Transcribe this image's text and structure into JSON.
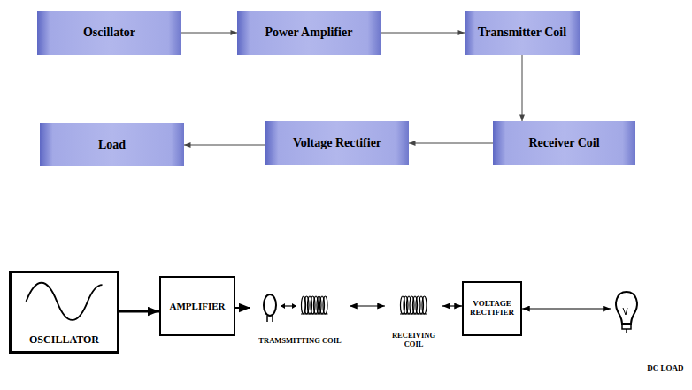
{
  "diagram": {
    "nodes": [
      {
        "text": [
          "Oscillator"
        ]
      },
      {
        "text": [
          "Power Amplifier"
        ]
      },
      {
        "text": [
          "Transmitter Coil"
        ]
      },
      {
        "text": [
          "Receiver Coil"
        ]
      },
      {
        "text": [
          "Voltage Rectifier"
        ]
      },
      {
        "text": [
          "Load"
        ]
      },
      {
        "text": [
          "OSCILLATOR"
        ]
      },
      {
        "text": [
          "AMPLIFIER"
        ]
      },
      {
        "text": [
          "TRAMSMITTING COIL"
        ]
      },
      {
        "text": [
          "RECEIVING COIL"
        ]
      },
      {
        "text": [
          "VOLTAGE RECTIFIER"
        ]
      },
      {
        "text": [
          "DC LOAD"
        ]
      }
    ],
    "edges": [
      {
        "from": 0,
        "to": 1,
        "arrow": "to"
      },
      {
        "from": 1,
        "to": 2,
        "arrow": "to"
      },
      {
        "from": 2,
        "to": 3,
        "arrow": "to"
      },
      {
        "from": 3,
        "to": 4,
        "arrow": "to"
      },
      {
        "from": 4,
        "to": 5,
        "arrow": "to"
      },
      {
        "from": 6,
        "to": 7,
        "arrow": "to"
      },
      {
        "from": 7,
        "to": 8,
        "arrow": "to"
      },
      {
        "from": 8,
        "to": 9,
        "arrow": "both"
      },
      {
        "from": 9,
        "to": 10,
        "arrow": "both"
      },
      {
        "from": 10,
        "to": 11,
        "arrow": "both"
      }
    ]
  }
}
